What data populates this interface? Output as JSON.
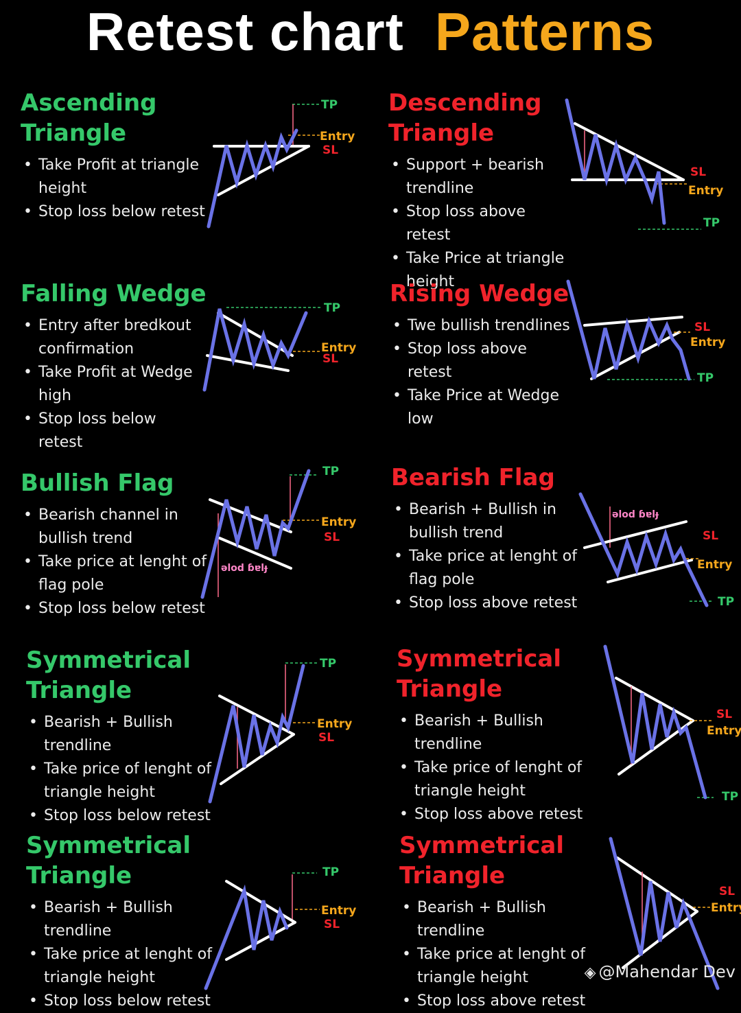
{
  "title": {
    "part1": "Retest chart",
    "part2": "Patterns"
  },
  "colors": {
    "bullish": "#35c86a",
    "bearish": "#f0232b",
    "accent": "#f5a71c",
    "trend": "#6a72e6"
  },
  "labels": {
    "tp": "TP",
    "entry": "Entry",
    "sl": "SL",
    "flag_pole": "ǝlod ɓɐlɟ",
    "flag_pole_right": "ǝlod ɓɐlɟ"
  },
  "patterns": [
    {
      "title_l1": "Ascending",
      "title_l2": "Triangle",
      "bullets": [
        "Take Profit at triangle height",
        "Stop loss below retest"
      ]
    },
    {
      "title_l1": "Descending",
      "title_l2": "Triangle",
      "bullets": [
        "Support + bearish trendline",
        "Stop loss above retest",
        "Take Price at triangle height"
      ]
    },
    {
      "title_l1": "Falling Wedge",
      "title_l2": "",
      "bullets": [
        "Entry after bredkout confirmation",
        "Take Profit at Wedge high",
        "Stop loss below retest"
      ]
    },
    {
      "title_l1": "Rising Wedge",
      "title_l2": "",
      "bullets": [
        "Twe bullish trendlines",
        "Stop loss above retest",
        "Take Price at Wedge low"
      ]
    },
    {
      "title_l1": "Bullish Flag",
      "title_l2": "",
      "bullets": [
        "Bearish channel in bullish trend",
        "Take price at lenght of flag pole",
        "Stop loss below retest"
      ]
    },
    {
      "title_l1": "Bearish Flag",
      "title_l2": "",
      "bullets": [
        "Bearish + Bullish in bullish trend",
        "Take price at lenght of flag pole",
        "Stop loss above retest"
      ]
    },
    {
      "title_l1": "Symmetrical",
      "title_l2": "Triangle",
      "bullets": [
        "Bearish + Bullish trendline",
        "Take price of lenght of triangle height",
        "Stop loss below retest"
      ]
    },
    {
      "title_l1": "Symmetrical",
      "title_l2": "Triangle",
      "bullets": [
        "Bearish + Bullish trendline",
        "Take price of lenght of triangle height",
        "Stop loss above retest"
      ]
    },
    {
      "title_l1": "Symmetrical",
      "title_l2": "Triangle",
      "bullets": [
        "Bearish + Bullish trendline",
        "Take price at lenght of triangle height",
        "Stop loss below retest"
      ]
    },
    {
      "title_l1": "Symmetrical",
      "title_l2": "Triangle",
      "bullets": [
        "Bearish + Bullish trendline",
        "Take price at lenght of triangle height",
        "Stop loss above retest"
      ]
    }
  ],
  "watermark": {
    "icon": "binance-icon",
    "text": "@Mahendar Dev"
  }
}
